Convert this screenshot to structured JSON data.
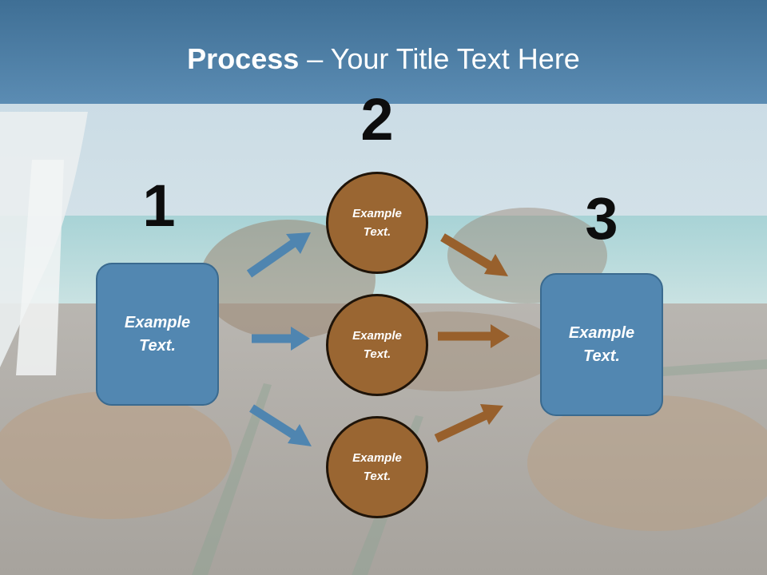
{
  "slide": {
    "title_bold": "Process",
    "title_rest": " – Your Title Text Here",
    "steps": {
      "one": "1",
      "two": "2",
      "three": "3"
    },
    "left_box": "Example Text.",
    "right_box": "Example Text.",
    "circles": [
      "Example Text.",
      "Example Text.",
      "Example Text."
    ]
  },
  "colors": {
    "box_fill": "#5287b1",
    "circle_fill": "#9a6632",
    "blue_arrow": "#4f85b0",
    "brown_arrow": "#98602c",
    "title_band": "#4c7fa8"
  }
}
